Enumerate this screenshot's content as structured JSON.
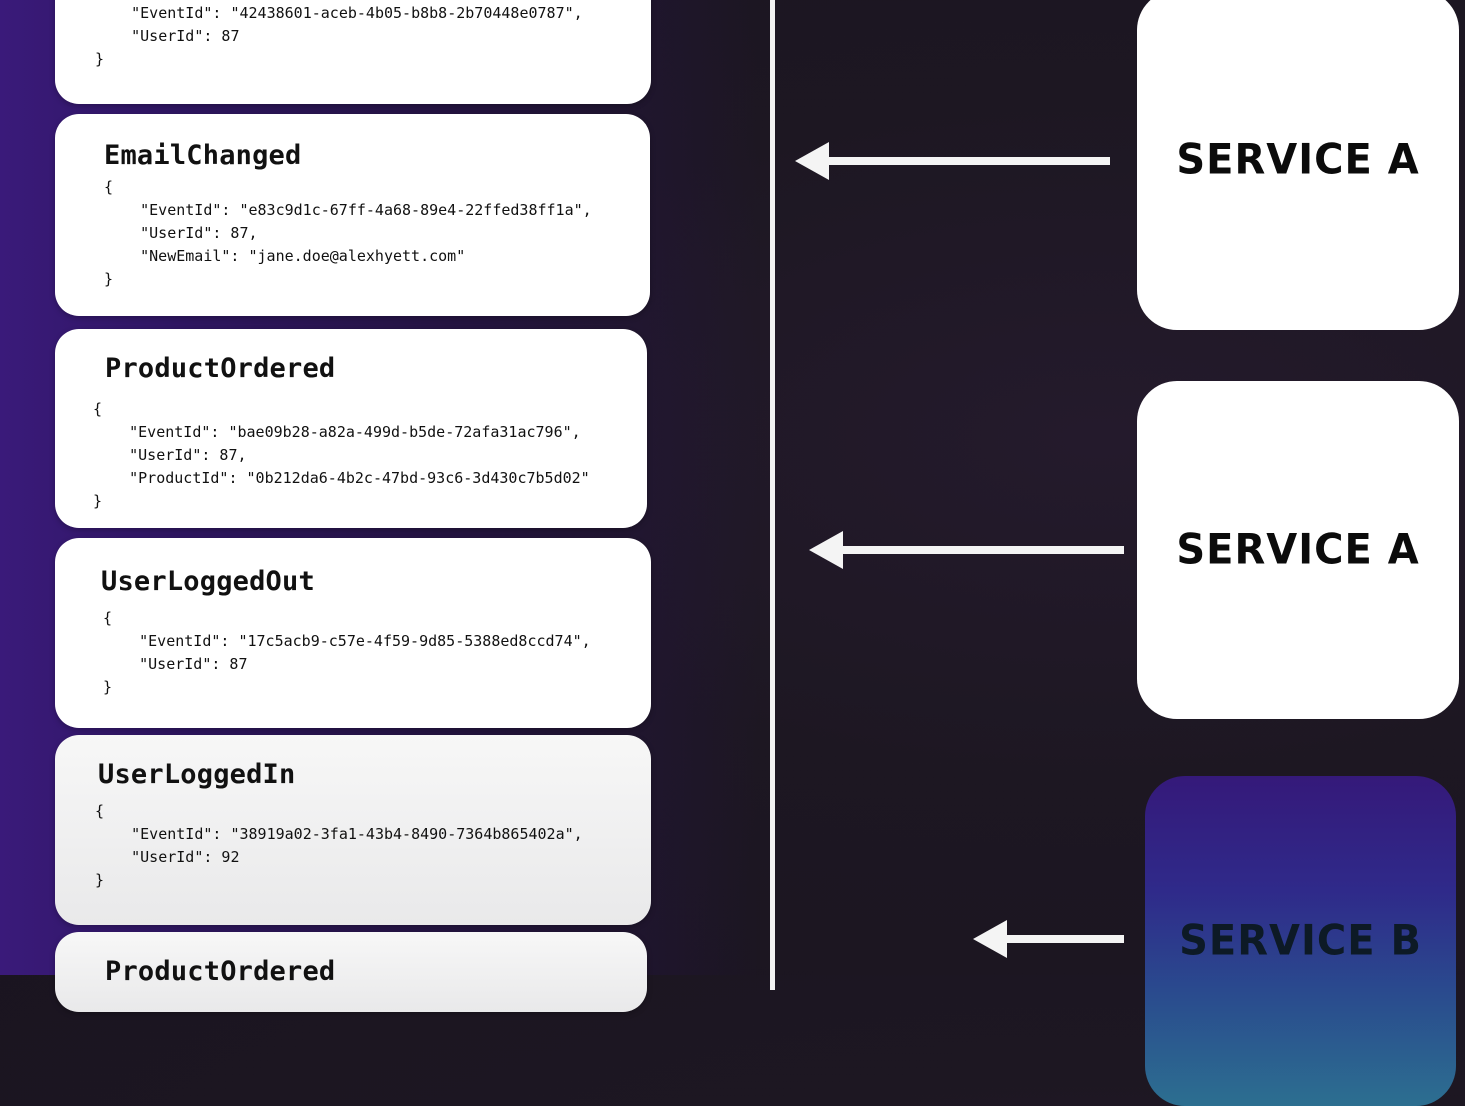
{
  "events": [
    {
      "title": "",
      "lines": [
        "    \"EventId\": \"42438601-aceb-4b05-b8b8-2b70448e0787\",",
        "    \"UserId\": 87",
        "}"
      ]
    },
    {
      "title": "EmailChanged",
      "lines": [
        "{",
        "    \"EventId\": \"e83c9d1c-67ff-4a68-89e4-22ffed38ff1a\",",
        "    \"UserId\": 87,",
        "    \"NewEmail\": \"jane.doe@alexhyett.com\"",
        "}"
      ]
    },
    {
      "title": "ProductOrdered",
      "lines": [
        "{",
        "    \"EventId\": \"bae09b28-a82a-499d-b5de-72afa31ac796\",",
        "    \"UserId\": 87,",
        "    \"ProductId\": \"0b212da6-4b2c-47bd-93c6-3d430c7b5d02\"",
        "}"
      ]
    },
    {
      "title": "UserLoggedOut",
      "lines": [
        "{",
        "    \"EventId\": \"17c5acb9-c57e-4f59-9d85-5388ed8ccd74\",",
        "    \"UserId\": 87",
        "}"
      ]
    },
    {
      "title": "UserLoggedIn",
      "lines": [
        "{",
        "    \"EventId\": \"38919a02-3fa1-43b4-8490-7364b865402a\",",
        "    \"UserId\": 92",
        "}"
      ]
    },
    {
      "title": "ProductOrdered",
      "lines": []
    }
  ],
  "services": [
    {
      "label": "SERVICE A"
    },
    {
      "label": "SERVICE A"
    },
    {
      "label": "SERVICE B"
    }
  ],
  "colors": {
    "background": "#1d1722",
    "left_glow": "#3a1a7a",
    "card": "#ffffff",
    "arrow": "#f4f4f4",
    "service_b_top": "#35197a",
    "service_b_bottom": "#2c6f90"
  }
}
